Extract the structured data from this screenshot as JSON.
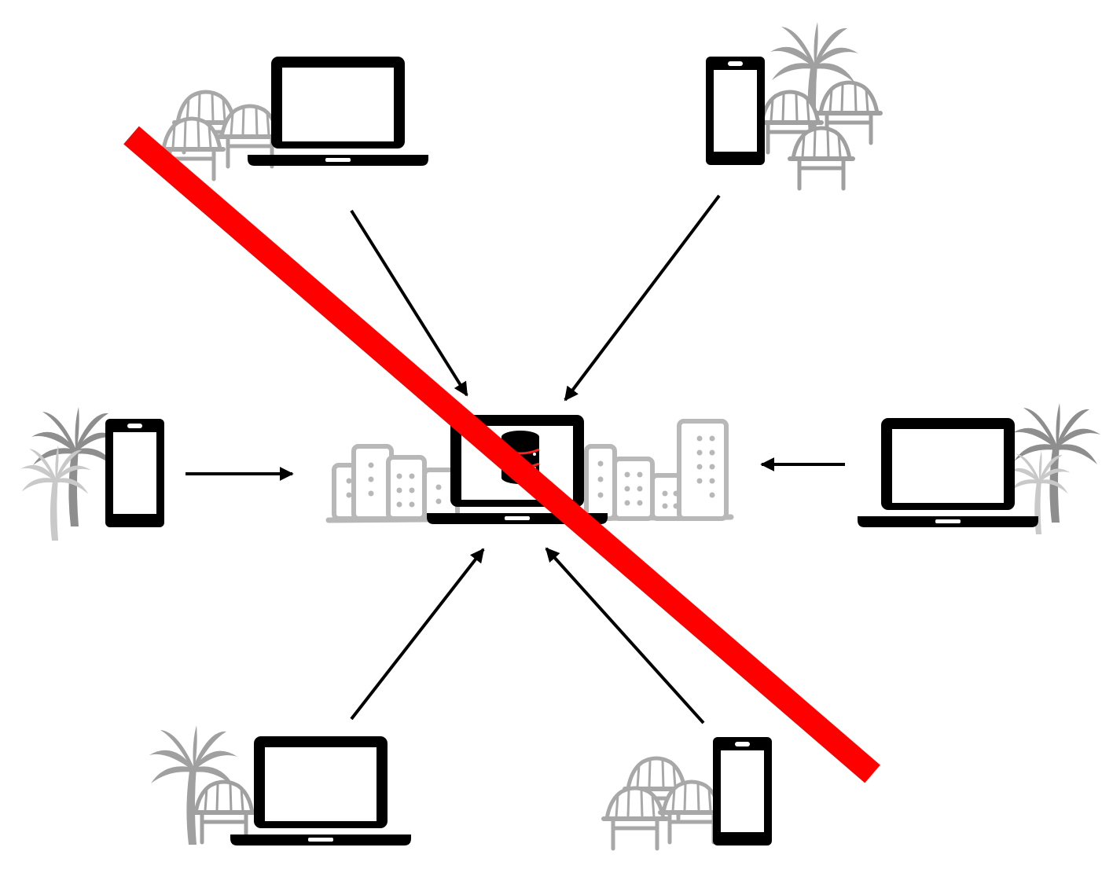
{
  "diagram": {
    "type": "centralized-network-crossed-out",
    "hub": {
      "device": "laptop-icon",
      "screen_icon": "database-icon",
      "context": "city-buildings-icon"
    },
    "clients": [
      {
        "id": "top-left",
        "device": "laptop-icon",
        "context": "village-huts-icon"
      },
      {
        "id": "top-right",
        "device": "phone-icon",
        "context": "palm-tree-huts-icon"
      },
      {
        "id": "left",
        "device": "phone-icon",
        "context": "palm-trees-icon"
      },
      {
        "id": "right",
        "device": "laptop-icon",
        "context": "palm-trees-icon"
      },
      {
        "id": "bottom-left",
        "device": "laptop-icon",
        "context": "palm-tree-hut-icon"
      },
      {
        "id": "bottom-right",
        "device": "phone-icon",
        "context": "village-huts-icon"
      }
    ],
    "arrows": [
      {
        "from": "top-left",
        "to": "hub"
      },
      {
        "from": "top-right",
        "to": "hub"
      },
      {
        "from": "left",
        "to": "hub"
      },
      {
        "from": "right",
        "to": "hub"
      },
      {
        "from": "bottom-left",
        "to": "hub"
      },
      {
        "from": "bottom-right",
        "to": "hub"
      }
    ],
    "strike": {
      "icon": "strike-through-line",
      "meaning": "crossed-out"
    }
  },
  "colors": {
    "device": "#000000",
    "context": "#9a9a9a",
    "context_light": "#c8c8c8",
    "strike": "#ff0000",
    "db_bands": "#ff2222"
  }
}
